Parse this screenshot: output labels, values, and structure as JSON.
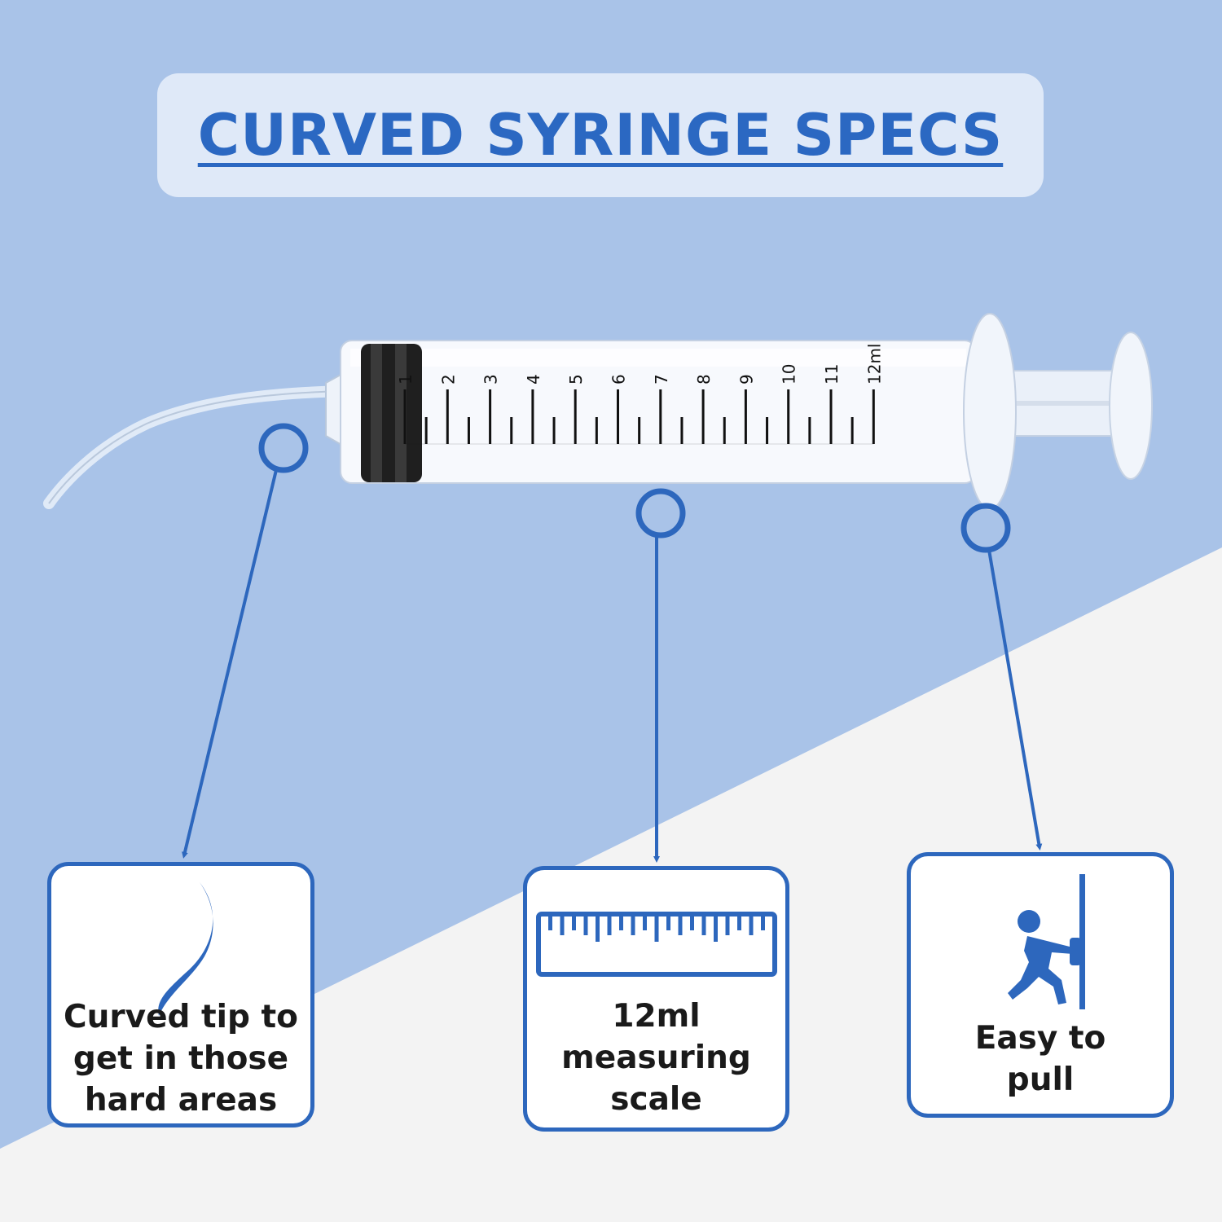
{
  "title": "CURVED SYRINGE SPECS",
  "colors": {
    "background_blue": "#a9c3e8",
    "background_light": "#f3f3f3",
    "accent_blue": "#2d67bd",
    "title_box": "#dfe9f8"
  },
  "syringe": {
    "scale_labels": [
      "1",
      "2",
      "3",
      "4",
      "5",
      "6",
      "7",
      "8",
      "9",
      "10",
      "11",
      "12ml"
    ]
  },
  "features": [
    {
      "icon": "curve-icon",
      "label": "Curved tip to\nget in those\nhard areas"
    },
    {
      "icon": "ruler-icon",
      "label": "12ml\nmeasuring\nscale"
    },
    {
      "icon": "person-pulling-icon",
      "label": "Easy to\npull"
    }
  ]
}
